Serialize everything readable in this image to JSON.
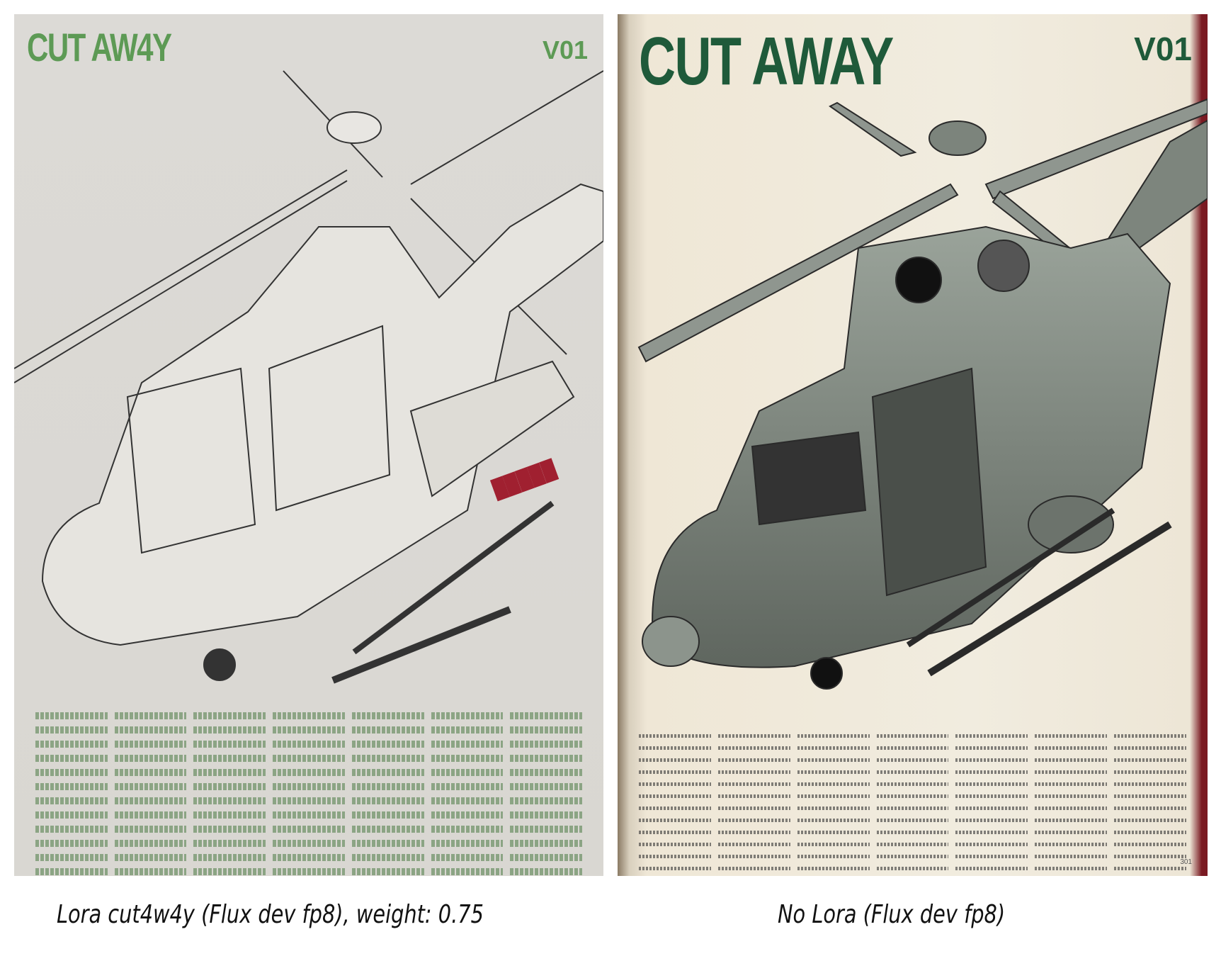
{
  "panels": [
    {
      "title": "CUT AW4Y",
      "volume": "V01",
      "caption": "Lora cut4w4y (Flux dev fp8), weight: 0.75"
    },
    {
      "title": "CUT AWAY",
      "volume": "V01",
      "caption": "No Lora (Flux dev fp8)",
      "page_number": "301"
    }
  ],
  "colors": {
    "left_title": "#5d9a55",
    "right_title": "#1f5a3a"
  }
}
